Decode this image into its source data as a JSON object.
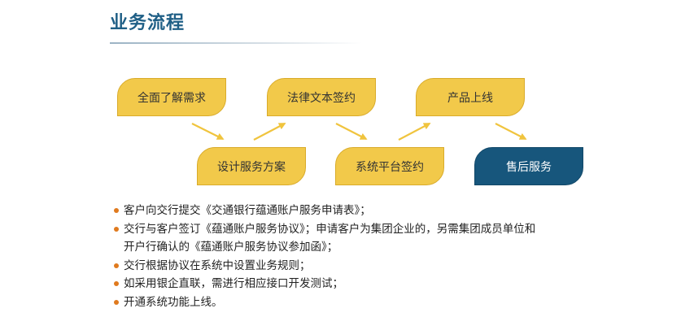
{
  "header": {
    "title": "业务流程"
  },
  "flow": {
    "steps": [
      {
        "label": "全面了解需求"
      },
      {
        "label": "法律文本签约"
      },
      {
        "label": "产品上线"
      },
      {
        "label": "设计服务方案"
      },
      {
        "label": "系统平台签约"
      },
      {
        "label": "售后服务"
      }
    ]
  },
  "notes": [
    {
      "text": "客户向交行提交《交通银行蕴通账户服务申请表》；"
    },
    {
      "text": "交行与客户签订《蕴通账户服务协议》；申请客户为集团企业的，另需集团成员单位和"
    },
    {
      "text": "开户行确认的《蕴通账户服务协议参加函》；"
    },
    {
      "text": "交行根据协议在系统中设置业务规则；"
    },
    {
      "text": "如采用银企直联，需进行相应接口开发测试；"
    },
    {
      "text": "开通系统功能上线。"
    }
  ],
  "colors": {
    "title": "#1f5f86",
    "node_fill": "#f2c94a",
    "node_final_fill": "#17567c",
    "arrow": "#f0c43e",
    "bullet": "#e07a1e"
  }
}
